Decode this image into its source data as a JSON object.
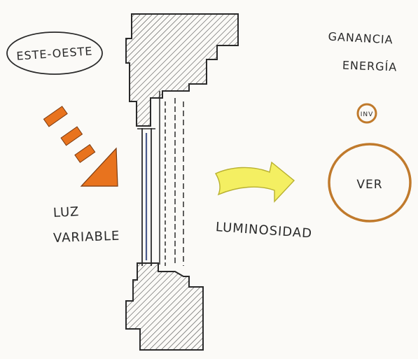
{
  "labels": {
    "orientation": "ESTE-OESTE",
    "gain_line1": "GANANCIA",
    "gain_line2": "ENERGÍA",
    "small_circle": "INV",
    "big_circle": "VER",
    "light_line1": "LUZ",
    "light_line2": "VARIABLE",
    "luminosity": "LUMINOSIDAD"
  },
  "colors": {
    "hatch": "#3a3a3a",
    "sun_arrow": "#e8731e",
    "light_arrow": "#f4ef62",
    "circle": "#c07a2c",
    "glass": "#4a5a8c"
  }
}
